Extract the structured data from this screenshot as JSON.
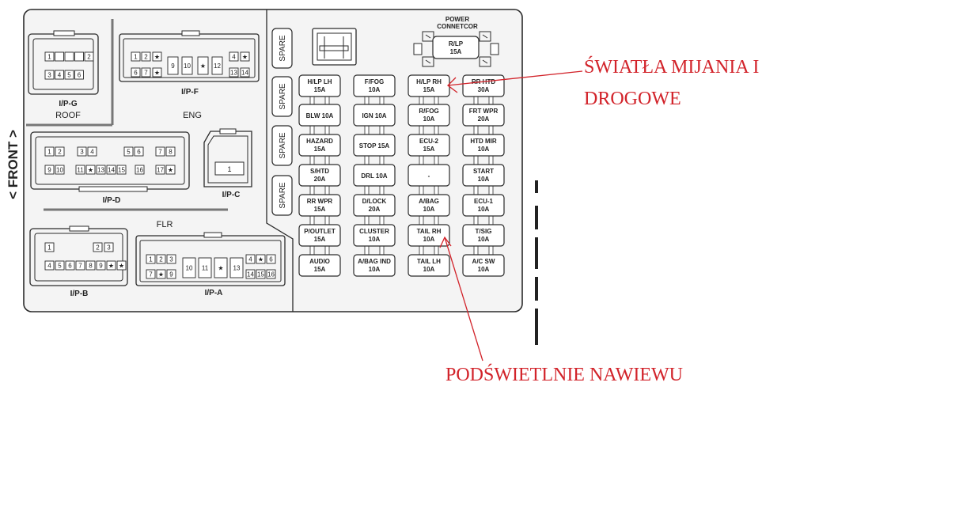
{
  "side_label": "< FRONT >",
  "area_labels": {
    "roof": "ROOF",
    "eng": "ENG",
    "flr": "FLR"
  },
  "connectors": {
    "ipg": {
      "label": "I/P-G",
      "pins_top": [
        "1",
        "",
        "",
        "",
        "2"
      ],
      "pins_bottom": [
        "3",
        "4",
        "5",
        "6"
      ]
    },
    "ipf": {
      "label": "I/P-F",
      "pins": [
        "1",
        "2",
        "★",
        "6",
        "7",
        "★",
        "9",
        "10",
        "★",
        "12",
        "4",
        "★",
        "13",
        "14"
      ]
    },
    "ipd": {
      "label": "I/P-D",
      "pins": [
        "1",
        "2",
        "3",
        "4",
        "5",
        "6",
        "7",
        "8",
        "9",
        "10",
        "11",
        "★",
        "13",
        "14",
        "15",
        "16",
        "17",
        "★"
      ]
    },
    "ipc": {
      "label": "I/P-C",
      "pin": "1"
    },
    "ipb": {
      "label": "I/P-B",
      "pins": [
        "1",
        "",
        "",
        "",
        "2",
        "3",
        "4",
        "5",
        "6",
        "7",
        "8",
        "9",
        "★"
      ]
    },
    "ipa": {
      "label": "I/P-A",
      "pins": [
        "1",
        "2",
        "3",
        "7",
        "★",
        "9",
        "10",
        "11",
        "★",
        "13",
        "4",
        "★",
        "6",
        "14",
        "15",
        "16"
      ]
    }
  },
  "spare_label": "SPARE",
  "power_connector": {
    "title_line1": "POWER",
    "title_line2": "CONNETCOR",
    "fuse": [
      "R/LP",
      "15A"
    ]
  },
  "fuses": [
    [
      "H/LP LH",
      "15A"
    ],
    [
      "F/FOG",
      "10A"
    ],
    [
      "H/LP RH",
      "15A"
    ],
    [
      "RR HTD",
      "30A"
    ],
    [
      "BLW 10A"
    ],
    [
      "IGN 10A"
    ],
    [
      "R/FOG",
      "10A"
    ],
    [
      "FRT WPR",
      "20A"
    ],
    [
      "HAZARD",
      "15A"
    ],
    [
      "STOP 15A"
    ],
    [
      "ECU-2",
      "15A"
    ],
    [
      "HTD MIR",
      "10A"
    ],
    [
      "S/HTD",
      "20A"
    ],
    [
      "DRL 10A"
    ],
    [
      "-"
    ],
    [
      "START",
      "10A"
    ],
    [
      "RR WPR",
      "15A"
    ],
    [
      "D/LOCK",
      "20A"
    ],
    [
      "A/BAG",
      "10A"
    ],
    [
      "ECU-1",
      "10A"
    ],
    [
      "P/OUTLET",
      "15A"
    ],
    [
      "CLUSTER",
      "10A"
    ],
    [
      "TAIL RH",
      "10A"
    ],
    [
      "T/SIG",
      "10A"
    ],
    [
      "AUDIO",
      "15A"
    ],
    [
      "A/BAG IND",
      "10A"
    ],
    [
      "TAIL LH",
      "10A"
    ],
    [
      "A/C SW",
      "10A"
    ]
  ],
  "annotations": {
    "lights_line1": "ŚWIATŁA MIJANIA I",
    "lights_line2": "DROGOWE",
    "backlight": "PODŚWIETLNIE NAWIEWU"
  },
  "colors": {
    "annotation": "#d2232a",
    "line": "#2a2a2a",
    "panel": "#f4f4f4"
  }
}
